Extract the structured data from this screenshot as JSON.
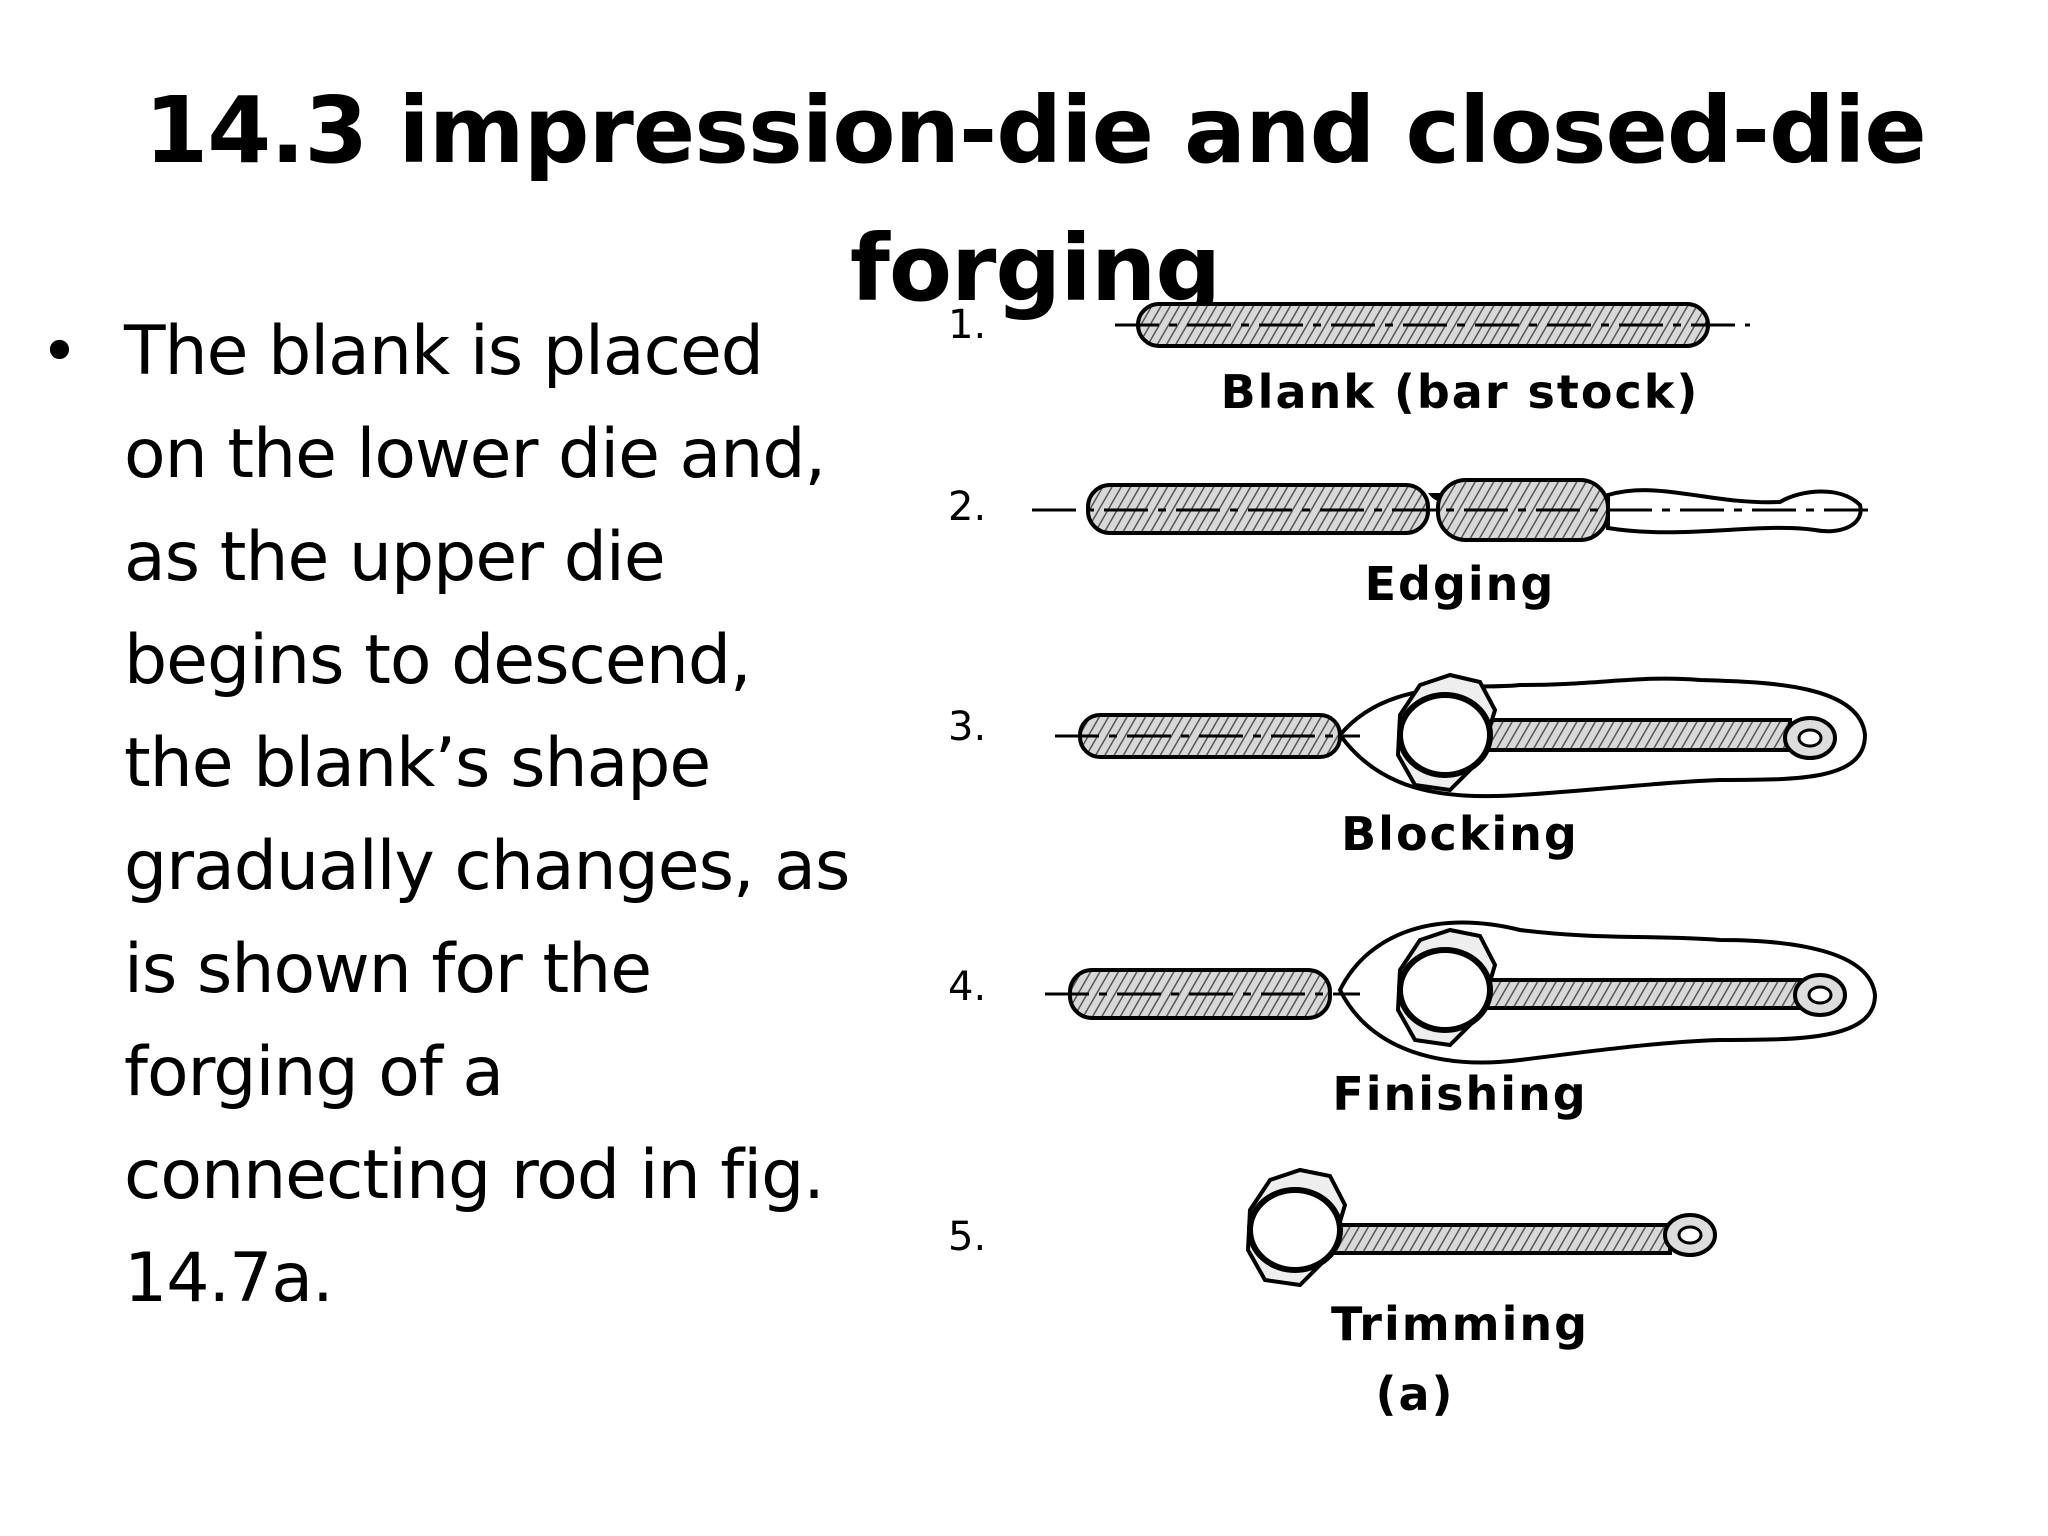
{
  "slide": {
    "title": "14.3 impression-die and closed-die\nforging",
    "bullet_symbol": "•",
    "bullet_text": "The blank is placed\non the lower die and,\nas the upper die\nbegins to descend,\nthe blank’s shape\ngradually changes, as\nis shown for the\nforging of a\nconnecting rod in fig.\n14.7a."
  },
  "figure": {
    "steps": [
      {
        "number": "1.",
        "label": "Blank (bar stock)"
      },
      {
        "number": "2.",
        "label": "Edging"
      },
      {
        "number": "3.",
        "label": "Blocking"
      },
      {
        "number": "4.",
        "label": "Finishing"
      },
      {
        "number": "5.",
        "label": "Trimming"
      }
    ],
    "caption": "(a)"
  }
}
